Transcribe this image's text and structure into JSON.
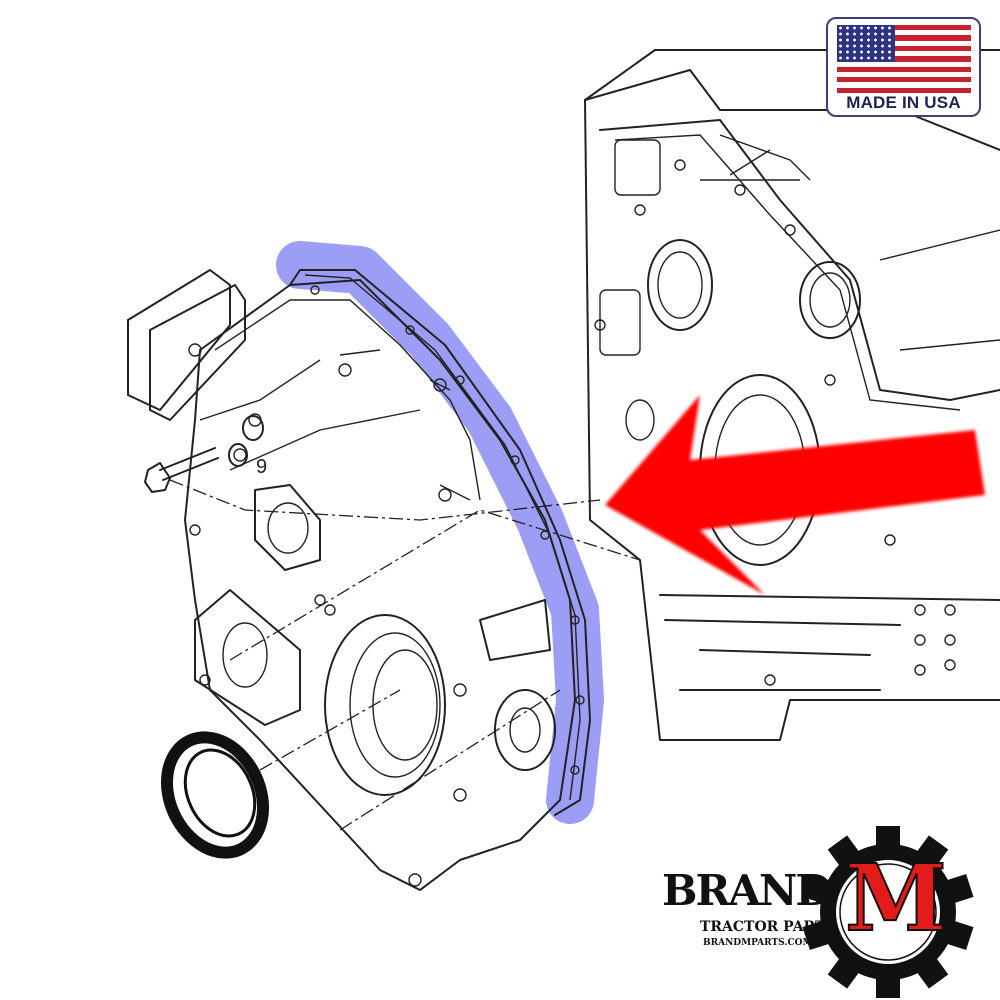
{
  "badge": {
    "text": "MADE IN USA",
    "icon": "us-flag-icon",
    "flag_colors": {
      "red": "#c8202f",
      "blue": "#2e3580",
      "white": "#ffffff"
    }
  },
  "diagram": {
    "part_label": "9",
    "highlight_color": "#7b7cf0",
    "arrow_color": "#ff0000"
  },
  "logo": {
    "brand": "BRAND",
    "m": "M",
    "tagline": "TRACTOR PARTS",
    "url": "BRANDMPARTS.COM",
    "m_color": "#e21b1b"
  }
}
